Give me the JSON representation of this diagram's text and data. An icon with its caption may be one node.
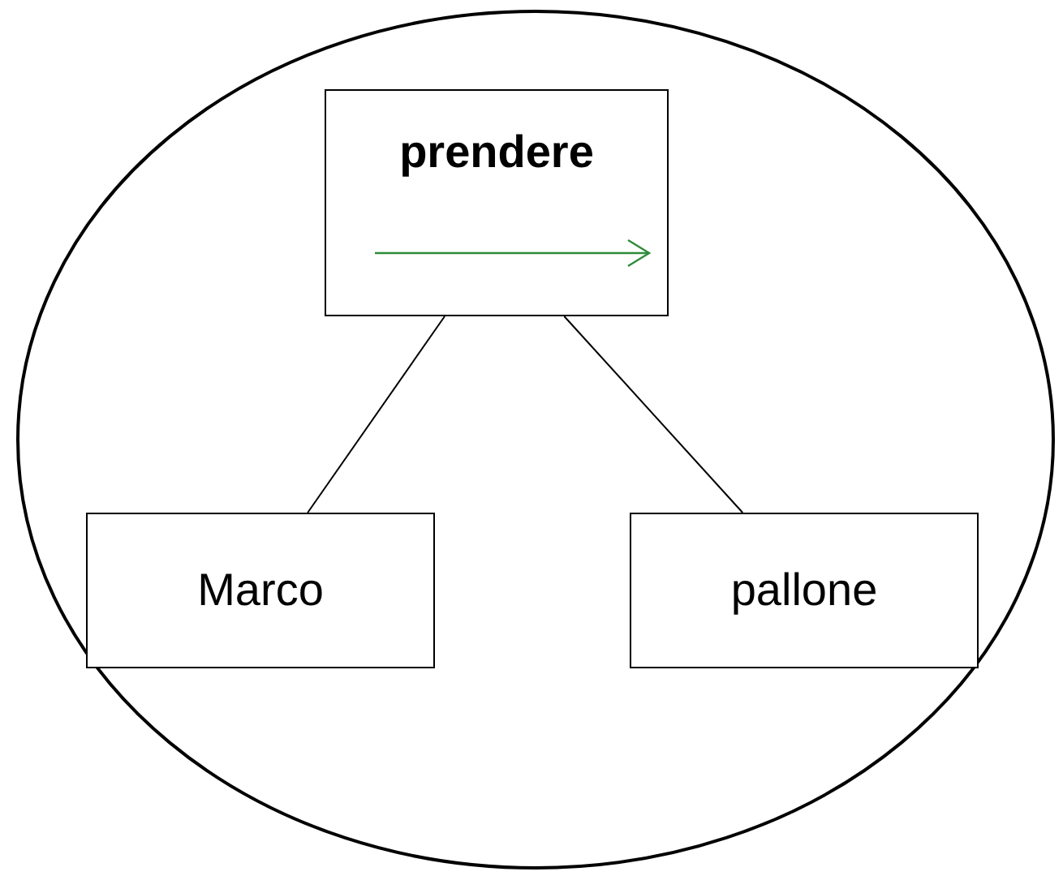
{
  "diagram": {
    "nodes": [
      {
        "text": [],
        "shape": "ellipse"
      },
      {
        "text": [
          "prendere"
        ],
        "in": 0
      },
      {
        "text": [
          "Marco"
        ],
        "in": 0
      },
      {
        "text": [
          "pallone"
        ],
        "in": 0
      }
    ],
    "edges": [
      {
        "from": 1,
        "to": 2,
        "arrow": "none"
      },
      {
        "from": 1,
        "to": 3,
        "arrow": "none"
      }
    ]
  }
}
